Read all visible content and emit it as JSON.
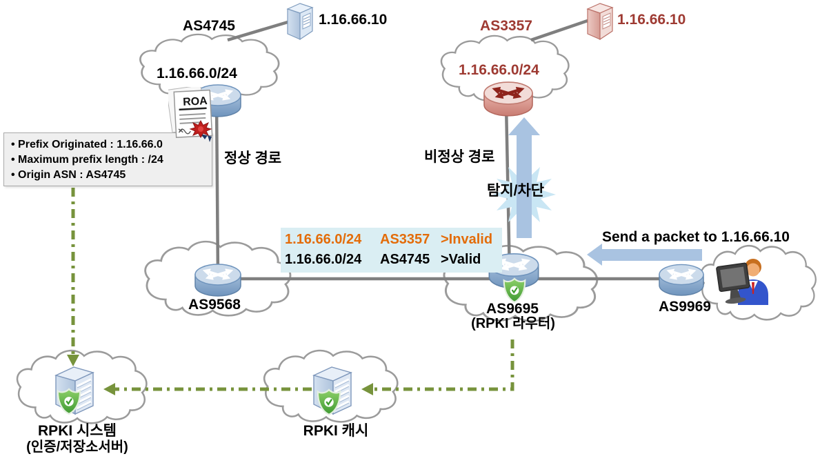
{
  "diagram": {
    "as4745": {
      "label": "AS4745",
      "prefix": "1.16.66.0/24",
      "server_ip": "1.16.66.10",
      "roa_label": "ROA"
    },
    "roa_details": {
      "line1": "• Prefix Originated : 1.16.66.0",
      "line2": "• Maximum prefix length : /24",
      "line3": "• Origin ASN : AS4745"
    },
    "as3357": {
      "label": "AS3357",
      "prefix": "1.16.66.0/24",
      "server_ip": "1.16.66.10"
    },
    "paths": {
      "normal": "정상 경로",
      "abnormal": "비정상 경로",
      "detect_block": "탐지/차단"
    },
    "route_table": {
      "rows": [
        {
          "prefix": "1.16.66.0/24",
          "origin": "AS3357",
          "state": ">Invalid"
        },
        {
          "prefix": "1.16.66.0/24",
          "origin": "AS4745",
          "state": ">Valid"
        }
      ]
    },
    "as9568": {
      "label": "AS9568"
    },
    "as9695": {
      "label": "AS9695",
      "sublabel": "(RPKI 라우터)"
    },
    "as9969": {
      "label": "AS9969",
      "action": "Send a packet to 1.16.66.10"
    },
    "rpki_system": {
      "label": "RPKI 시스템",
      "sublabel": "(인증/저장소서버)"
    },
    "rpki_cache": {
      "label": "RPKI 캐시"
    },
    "colors": {
      "hijack_red": "#9E3A32",
      "invalid_orange": "#E36C09",
      "valid_black": "#000000",
      "arrow_blue": "#A9C3E1",
      "starburst_blue": "#C9E6F4",
      "rpki_green": "#77933C",
      "line_gray": "#7F7F7F",
      "route_box_bg": "#DAEEF3",
      "info_box_bg": "#EFEFEF"
    }
  }
}
